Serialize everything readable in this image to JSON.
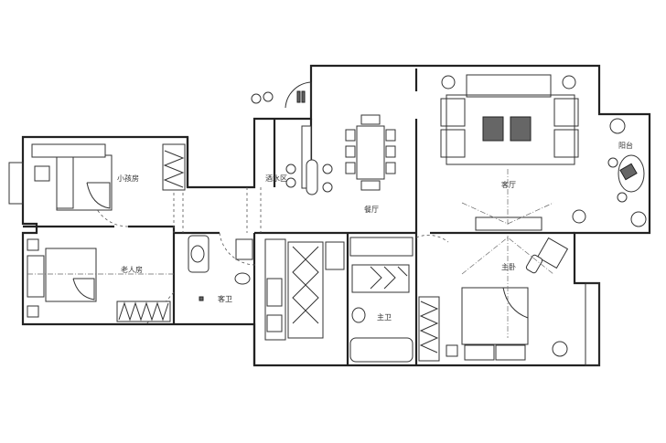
{
  "rooms": {
    "kids_room": "小孩房",
    "elder_room": "老人房",
    "guest_bath": "客卫",
    "bar_area": "酒水区",
    "dining": "餐厅",
    "living": "客厅",
    "master_bedroom": "主卧",
    "master_bath": "主卫",
    "balcony": "阳台"
  }
}
